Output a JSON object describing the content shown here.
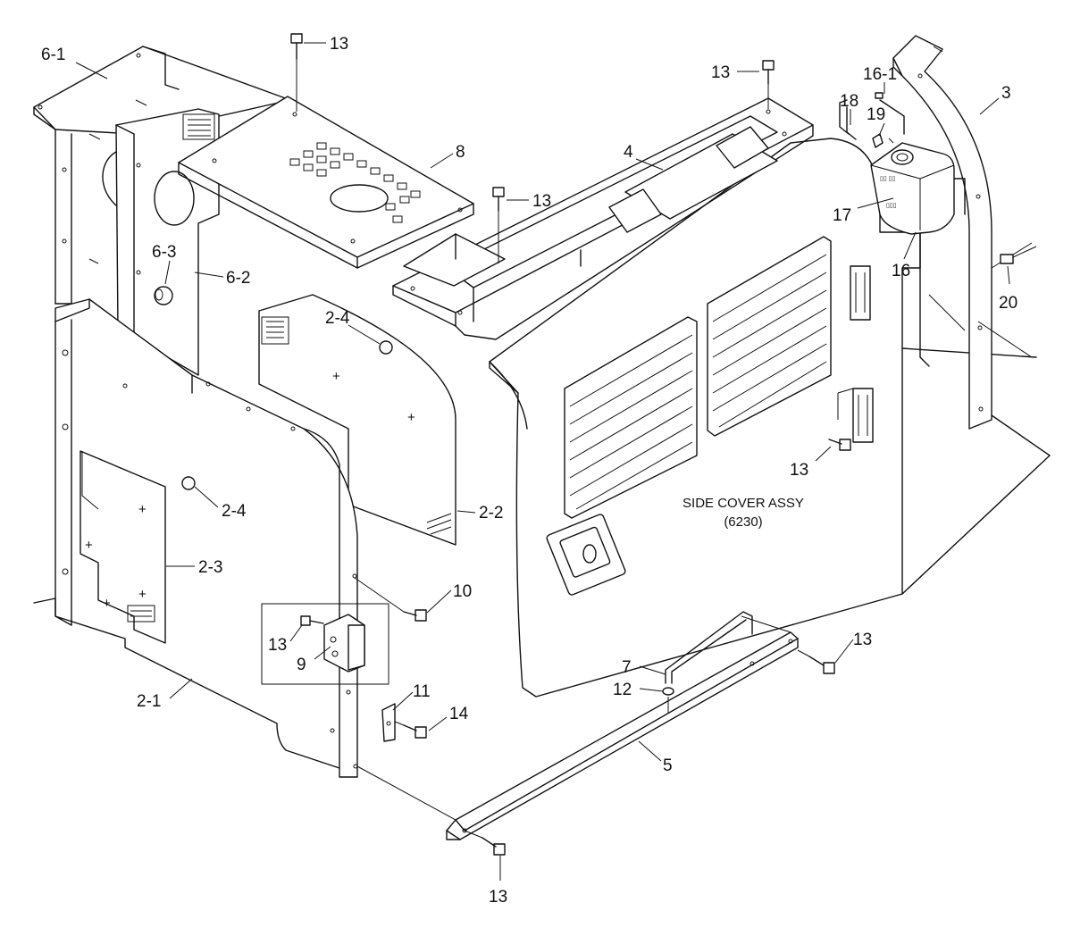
{
  "assembly": {
    "caption_line1": "SIDE COVER ASSY",
    "caption_line2": "(6230)"
  },
  "callouts": [
    {
      "id": "c-6-1",
      "label": "6-1"
    },
    {
      "id": "c-13-top",
      "label": "13"
    },
    {
      "id": "c-13-top2",
      "label": "13"
    },
    {
      "id": "c-16-1",
      "label": "16-1"
    },
    {
      "id": "c-3",
      "label": "3"
    },
    {
      "id": "c-18",
      "label": "18"
    },
    {
      "id": "c-19",
      "label": "19"
    },
    {
      "id": "c-8",
      "label": "8"
    },
    {
      "id": "c-4",
      "label": "4"
    },
    {
      "id": "c-13-mid",
      "label": "13"
    },
    {
      "id": "c-17",
      "label": "17"
    },
    {
      "id": "c-6-3",
      "label": "6-3"
    },
    {
      "id": "c-6-2",
      "label": "6-2"
    },
    {
      "id": "c-16",
      "label": "16"
    },
    {
      "id": "c-20",
      "label": "20"
    },
    {
      "id": "c-2-4-upper",
      "label": "2-4"
    },
    {
      "id": "c-13-right",
      "label": "13"
    },
    {
      "id": "c-2-4-lower",
      "label": "2-4"
    },
    {
      "id": "c-2-2",
      "label": "2-2"
    },
    {
      "id": "c-2-3",
      "label": "2-3"
    },
    {
      "id": "c-10",
      "label": "10"
    },
    {
      "id": "c-13-latch",
      "label": "13"
    },
    {
      "id": "c-9",
      "label": "9"
    },
    {
      "id": "c-13-rail",
      "label": "13"
    },
    {
      "id": "c-7",
      "label": "7"
    },
    {
      "id": "c-12",
      "label": "12"
    },
    {
      "id": "c-2-1",
      "label": "2-1"
    },
    {
      "id": "c-11",
      "label": "11"
    },
    {
      "id": "c-14",
      "label": "14"
    },
    {
      "id": "c-5",
      "label": "5"
    },
    {
      "id": "c-13-bottom",
      "label": "13"
    }
  ]
}
